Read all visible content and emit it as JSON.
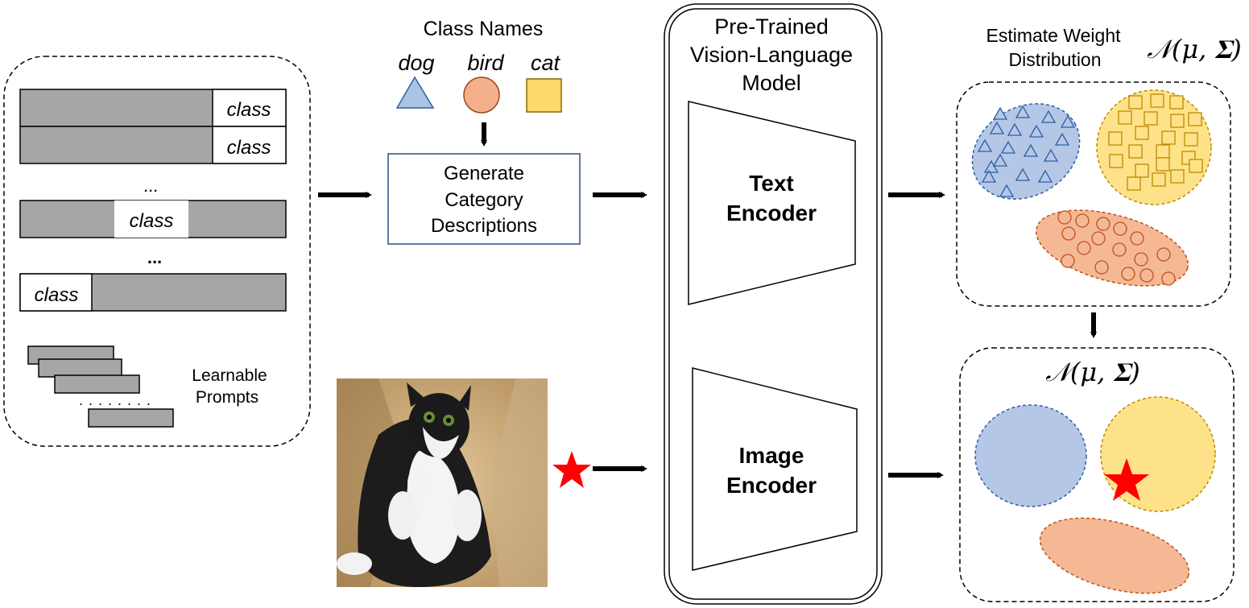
{
  "prompts": {
    "class_token": "class",
    "ellipsis_top": "...",
    "ellipsis_bottom": "...",
    "stack_dots": ". . . . . . . .",
    "learnable_line1": "Learnable",
    "learnable_line2": "Prompts"
  },
  "class_names": {
    "title": "Class Names",
    "items": [
      {
        "label": "dog",
        "shape": "triangle",
        "color": "#a9c4e4"
      },
      {
        "label": "bird",
        "shape": "circle",
        "color": "#f4b08a"
      },
      {
        "label": "cat",
        "shape": "square",
        "color": "#fcd96a"
      }
    ]
  },
  "generate_box": {
    "line1": "Generate",
    "line2": "Category",
    "line3": "Descriptions"
  },
  "model": {
    "title_line1": "Pre-Trained",
    "title_line2": "Vision-Language",
    "title_line3": "Model",
    "text_encoder_line1": "Text",
    "text_encoder_line2": "Encoder",
    "image_encoder_line1": "Image",
    "image_encoder_line2": "Encoder"
  },
  "distribution": {
    "title_line1": "Estimate Weight",
    "title_line2": "Distribution",
    "formula_top": "𝒩(μ, 𝚺)",
    "formula_bottom": "𝒩(μ, 𝚺)"
  },
  "colors": {
    "blue_fill": "#b4c7e7",
    "blue_stroke": "#2e5fa3",
    "yellow_fill": "#fde28a",
    "yellow_stroke": "#c08a00",
    "orange_fill": "#f5b895",
    "orange_stroke": "#c0501a",
    "star": "#ff0000",
    "prompt_gray": "#a6a6a6",
    "generate_border": "#2f4f7f"
  }
}
